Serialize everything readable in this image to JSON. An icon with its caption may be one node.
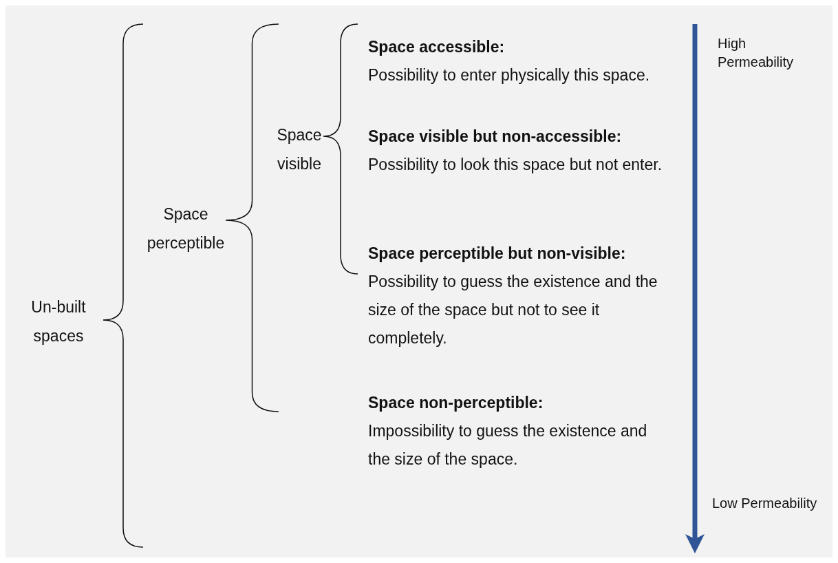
{
  "diagram": {
    "nodes": [
      {
        "text": [
          "Un-built spaces"
        ]
      },
      {
        "text": [
          "Space perceptible"
        ]
      },
      {
        "text": [
          "Space visible"
        ]
      },
      {
        "text": [
          "**Space accessible**:",
          "Possibility to enter physically this space."
        ]
      },
      {
        "text": [
          "Space visible but non-accessible:",
          "Possibility to look this space but not enter."
        ]
      },
      {
        "text": [
          "Space perceptible but non-visible:",
          "Possibility to guess the existence and the size of the space but not to see it completely."
        ]
      },
      {
        "text": [
          "Space non-perceptible:",
          "Impossibility to guess the existence and the size of the space."
        ]
      }
    ],
    "labels": [
      "High Permeability",
      "Low Permeability"
    ]
  }
}
